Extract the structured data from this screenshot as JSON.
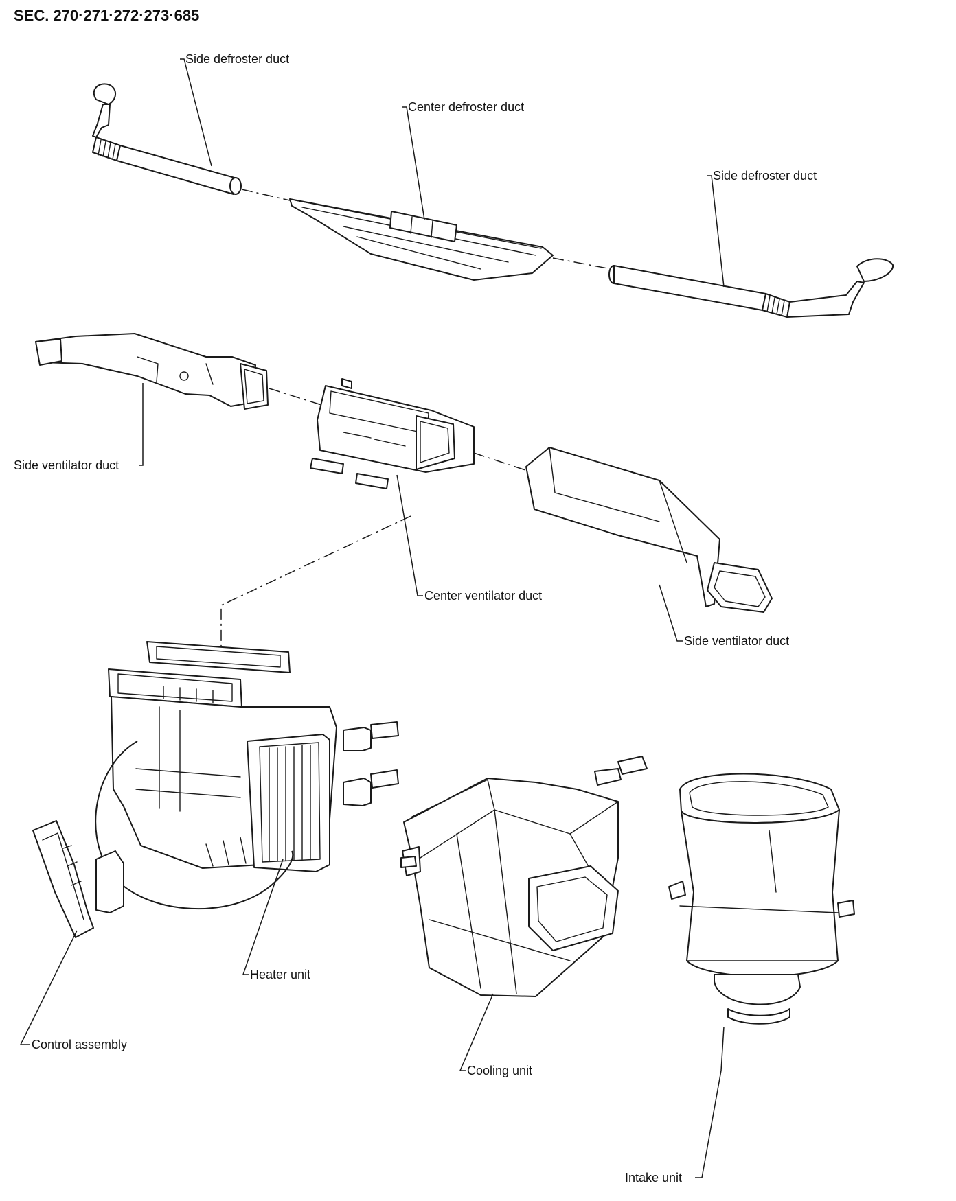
{
  "header": {
    "section": "SEC. 270·271·272·273·685"
  },
  "labels": {
    "side_defroster_duct_left": "Side defroster duct",
    "center_defroster_duct": "Center defroster duct",
    "side_defroster_duct_right": "Side defroster duct",
    "side_ventilator_duct_left": "Side ventilator duct",
    "center_ventilator_duct": "Center ventilator duct",
    "side_ventilator_duct_right": "Side ventilator duct",
    "heater_unit": "Heater unit",
    "control_assembly": "Control assembly",
    "cooling_unit": "Cooling unit",
    "intake_unit": "Intake unit"
  }
}
